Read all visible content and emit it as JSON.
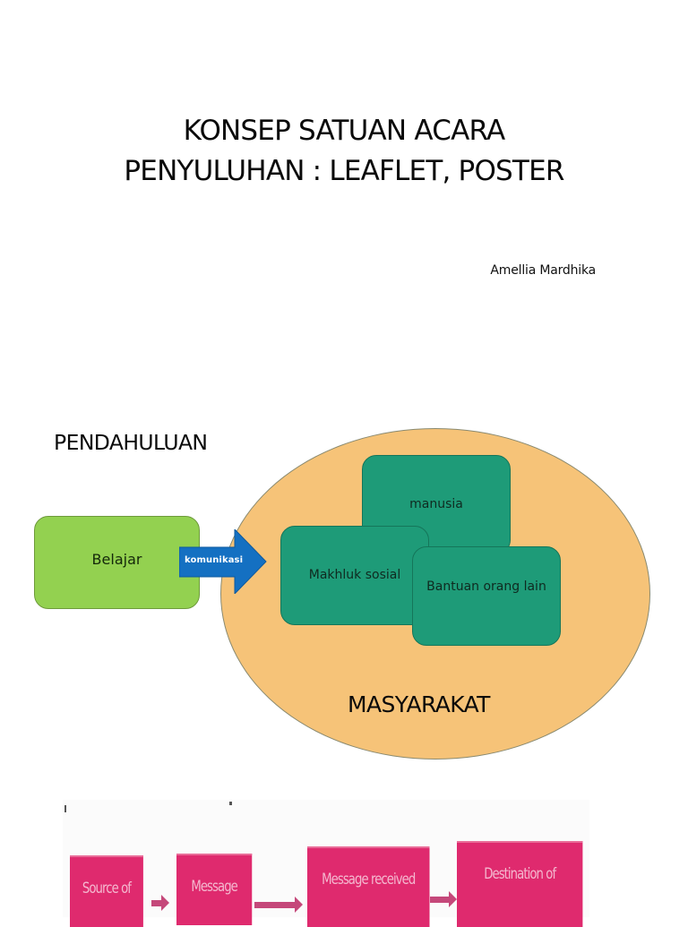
{
  "slides": [
    {
      "title_lines": [
        "KONSEP SATUAN ACARA",
        "PENYULUHAN : LEAFLET, POSTER"
      ],
      "author": "Amellia Mardhika"
    },
    {
      "heading": "PENDAHULUAN",
      "diagram": {
        "source_box": {
          "label": "Belajar",
          "color": "#93d150"
        },
        "arrow": {
          "label": "komunikasi",
          "color": "#1470c2"
        },
        "container": {
          "label": "MASYARAKAT",
          "color": "#f6c378"
        },
        "inner_boxes": [
          {
            "label": "manusia",
            "color": "#1e9b78"
          },
          {
            "label": "Makhluk sosial",
            "color": "#1e9b78"
          },
          {
            "label": "Bantuan orang lain",
            "color": "#1e9b78"
          }
        ]
      }
    },
    {
      "scanned_figure": {
        "boxes": [
          {
            "label": "Source of"
          },
          {
            "label": "Message"
          },
          {
            "label": "Message received"
          },
          {
            "label": "Destination of"
          }
        ],
        "box_color": "#df2a6e"
      }
    }
  ]
}
